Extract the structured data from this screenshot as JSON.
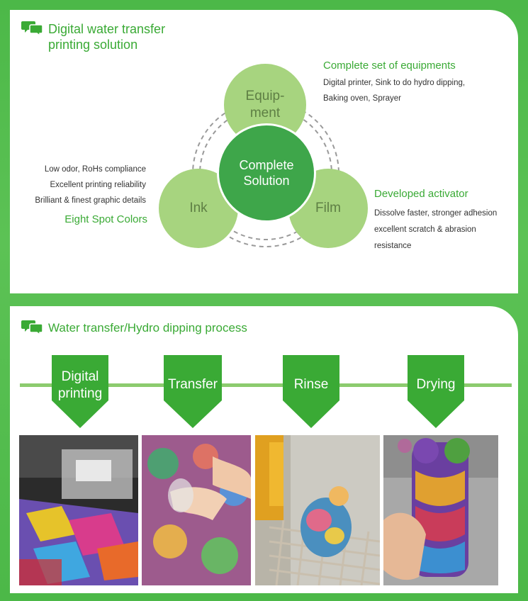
{
  "top": {
    "title_line1": "Digital water transfer",
    "title_line2": "printing solution",
    "circles": {
      "equipment_line1": "Equip-",
      "equipment_line2": "ment",
      "center_line1": "Complete",
      "center_line2": "Solution",
      "ink": "Ink",
      "film": "Film"
    },
    "equipment_heading": "Complete set of equipments",
    "equipment_desc_1": "Digital printer, Sink to do hydro dipping,",
    "equipment_desc_2": "Baking oven, Sprayer",
    "ink_desc_1": "Low odor, RoHs compliance",
    "ink_desc_2": "Excellent printing reliability",
    "ink_desc_3": "Brilliant & finest graphic details",
    "ink_heading": "Eight Spot Colors",
    "film_heading": "Developed activator",
    "film_desc_1": "Dissolve faster, stronger adhesion",
    "film_desc_2": "excellent scratch & abrasion",
    "film_desc_3": "resistance"
  },
  "bottom": {
    "title": "Water transfer/Hydro dipping process",
    "steps": [
      {
        "line1": "Digital",
        "line2": "printing"
      },
      {
        "line1": "Transfer",
        "line2": ""
      },
      {
        "line1": "Rinse",
        "line2": ""
      },
      {
        "line1": "Drying",
        "line2": ""
      }
    ]
  },
  "colors": {
    "brand_green": "#3aaa35",
    "light_circle": "#a7d47f",
    "dark_circle": "#3ea64a",
    "background": "#4cb848"
  },
  "icons": [
    "chat-bubbles-icon"
  ]
}
